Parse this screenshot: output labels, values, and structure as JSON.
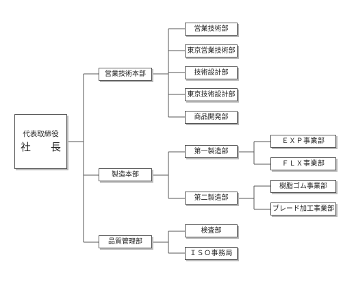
{
  "president": {
    "title": "代表取締役",
    "name": "社　長"
  },
  "divisions": [
    {
      "label": "営業技術本部",
      "departments": [
        {
          "label": "営業技術部"
        },
        {
          "label": "東京営業技術部"
        },
        {
          "label": "技術設計部"
        },
        {
          "label": "東京技術設計部"
        },
        {
          "label": "商品開発部"
        }
      ]
    },
    {
      "label": "製造本部",
      "departments": [
        {
          "label": "第一製造部",
          "sections": [
            {
              "label": "ＥＸＰ事業部"
            },
            {
              "label": "ＦＬＸ事業部"
            }
          ]
        },
        {
          "label": "第二製造部",
          "sections": [
            {
              "label": "樹脂ゴム事業部"
            },
            {
              "label": "ブレード加工事業部"
            }
          ]
        }
      ]
    },
    {
      "label": "品質管理部",
      "departments": [
        {
          "label": "検査部"
        },
        {
          "label": "ＩＳＯ事務局"
        }
      ]
    }
  ]
}
